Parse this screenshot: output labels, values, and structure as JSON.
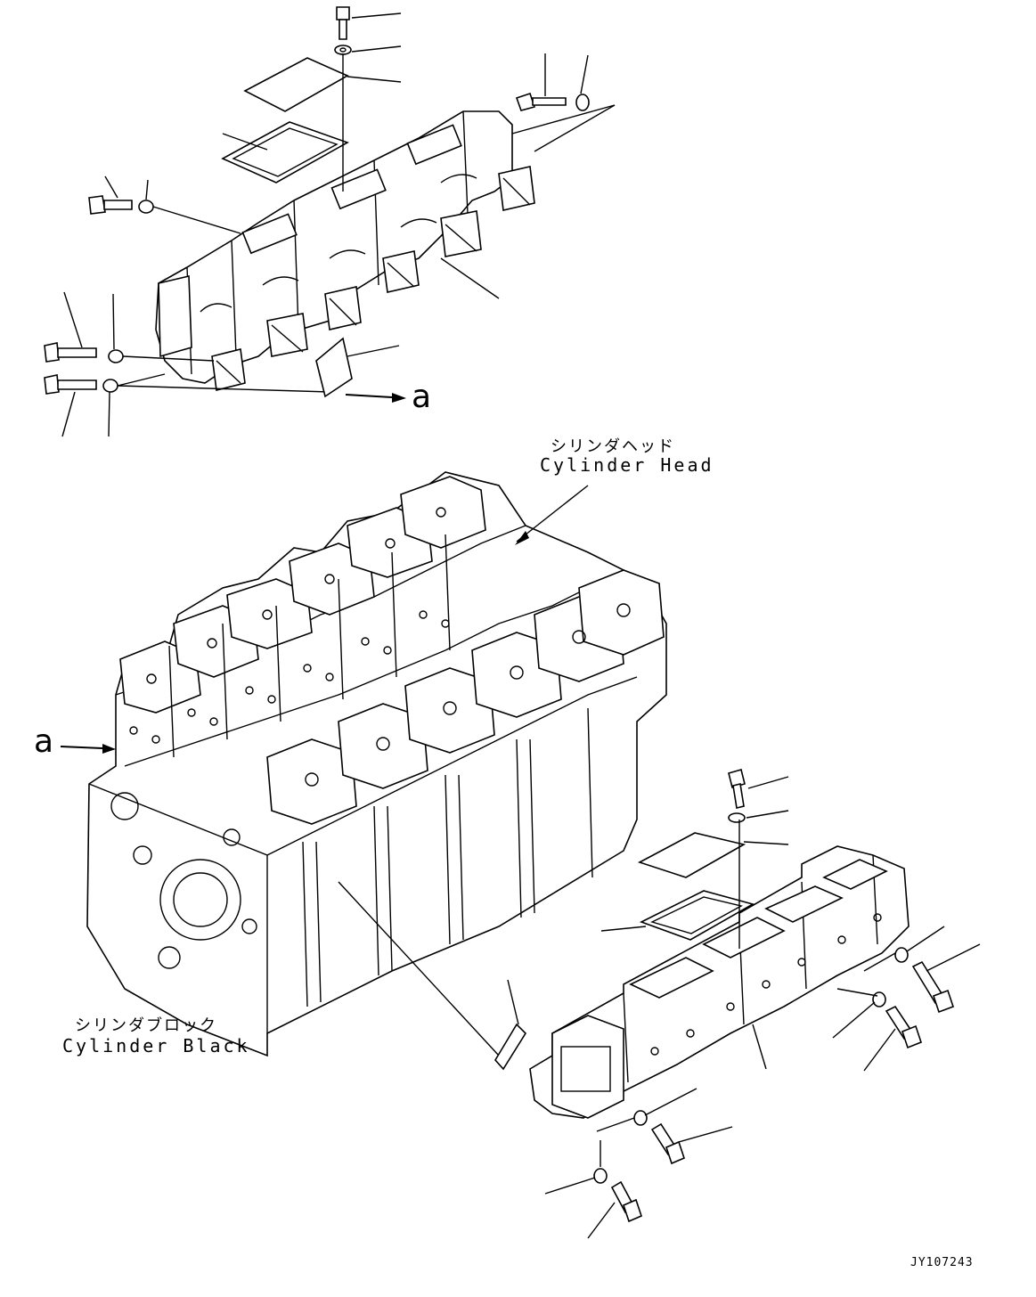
{
  "labels": {
    "cylinder_head_jp": "シリンダヘッド",
    "cylinder_head_en": "Cylinder Head",
    "cylinder_block_jp": "シリンダブロック",
    "cylinder_block_en": "Cylinder Black",
    "view_marker_top": "a",
    "view_marker_left": "a",
    "drawing_number": "JY107243"
  }
}
